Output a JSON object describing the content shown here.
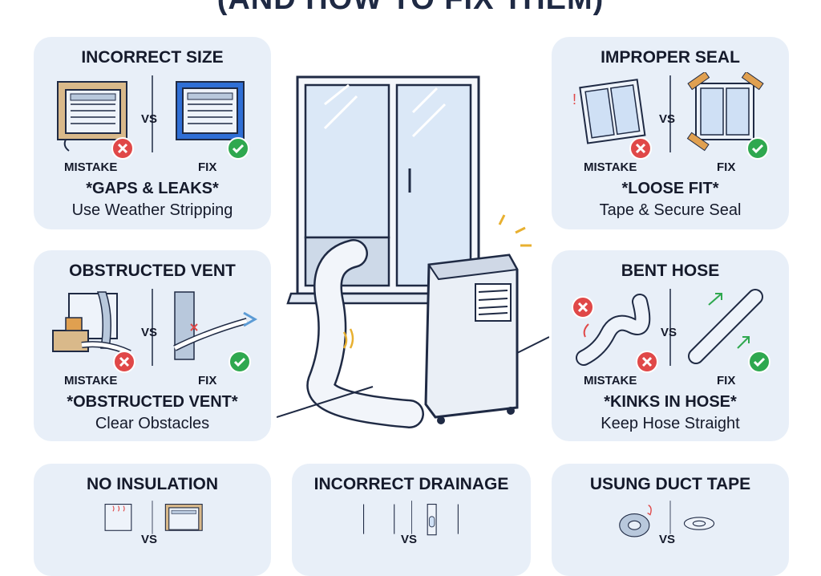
{
  "header": {
    "title": "(AND HOW TO FIX THEM)"
  },
  "cards": [
    {
      "title": "INCORRECT SIZE",
      "mistake": "MISTAKE",
      "fix": "FIX",
      "vs": "VS",
      "issue": "*GAPS & LEAKS*",
      "tip": "Use Weather Stripping"
    },
    {
      "title": "IMPROPER SEAL",
      "mistake": "MISTAKE",
      "fix": "FIX",
      "vs": "VS",
      "issue": "*LOOSE FIT*",
      "tip": "Tape & Secure Seal"
    },
    {
      "title": "OBSTRUCTED VENT",
      "mistake": "MISTAKE",
      "fix": "FIX",
      "vs": "VS",
      "issue": "*OBSTRUCTED VENT*",
      "tip": "Clear Obstacles"
    },
    {
      "title": "BENT HOSE",
      "mistake": "MISTAKE",
      "fix": "FIX",
      "vs": "VS",
      "issue": "*KINKS IN HOSE*",
      "tip": "Keep Hose Straight"
    },
    {
      "title": "NO INSULATION",
      "vs": "VS"
    },
    {
      "title": "INCORRECT DRAINAGE",
      "vs": "VS"
    },
    {
      "title": "USUNG DUCT TAPE",
      "vs": "VS"
    }
  ],
  "colors": {
    "card_bg": "#e8eff8",
    "mistake_red": "#e04848",
    "fix_green": "#2fa84f",
    "outline": "#1f2a44",
    "blue_tint": "#cfe0f5"
  },
  "icons": [
    "x-circle-icon",
    "check-circle-icon",
    "arrow-icon",
    "portable-ac-icon"
  ]
}
